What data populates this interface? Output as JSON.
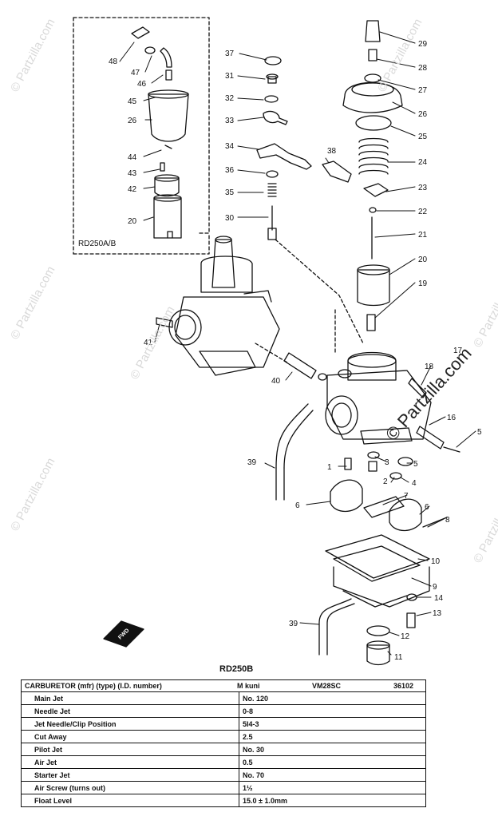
{
  "watermarks": {
    "partzilla": "© Partzilla.com"
  },
  "diagram": {
    "variant_label": "RD250A/B",
    "fwd_label": "FWD",
    "callouts": [
      {
        "n": "48"
      },
      {
        "n": "47"
      },
      {
        "n": "46"
      },
      {
        "n": "45"
      },
      {
        "n": "26"
      },
      {
        "n": "44"
      },
      {
        "n": "43"
      },
      {
        "n": "42"
      },
      {
        "n": "20"
      },
      {
        "n": "37"
      },
      {
        "n": "31"
      },
      {
        "n": "32"
      },
      {
        "n": "33"
      },
      {
        "n": "34"
      },
      {
        "n": "38"
      },
      {
        "n": "36"
      },
      {
        "n": "35"
      },
      {
        "n": "30"
      },
      {
        "n": "29"
      },
      {
        "n": "28"
      },
      {
        "n": "27"
      },
      {
        "n": "26"
      },
      {
        "n": "25"
      },
      {
        "n": "24"
      },
      {
        "n": "23"
      },
      {
        "n": "22"
      },
      {
        "n": "21"
      },
      {
        "n": "20"
      },
      {
        "n": "19"
      },
      {
        "n": "41"
      },
      {
        "n": "40"
      },
      {
        "n": "18"
      },
      {
        "n": "17"
      },
      {
        "n": "16"
      },
      {
        "n": "5"
      },
      {
        "n": "39"
      },
      {
        "n": "1"
      },
      {
        "n": "3"
      },
      {
        "n": "2"
      },
      {
        "n": "5"
      },
      {
        "n": "4"
      },
      {
        "n": "6"
      },
      {
        "n": "7"
      },
      {
        "n": "6"
      },
      {
        "n": "8"
      },
      {
        "n": "10"
      },
      {
        "n": "9"
      },
      {
        "n": "14"
      },
      {
        "n": "39"
      },
      {
        "n": "13"
      },
      {
        "n": "12"
      },
      {
        "n": "11"
      }
    ]
  },
  "spec": {
    "title": "RD250B",
    "header": {
      "label": "CARBURETOR (mfr) (type) (I.D. number)",
      "mfr": "M kuni",
      "type": "VM28SC",
      "id": "36102"
    },
    "rows": [
      {
        "label": "Main Jet",
        "value": "No. 120"
      },
      {
        "label": "Needle Jet",
        "value": "0-8"
      },
      {
        "label": "Jet Needle/Clip Position",
        "value": "5I4-3"
      },
      {
        "label": "Cut Away",
        "value": "2.5"
      },
      {
        "label": "Pilot Jet",
        "value": "No. 30"
      },
      {
        "label": "Air Jet",
        "value": "0.5"
      },
      {
        "label": "Starter Jet",
        "value": "No. 70"
      },
      {
        "label": "Air Screw (turns out)",
        "value": "1½"
      },
      {
        "label": "Float Level",
        "value": "15.0 ± 1.0mm"
      }
    ]
  }
}
